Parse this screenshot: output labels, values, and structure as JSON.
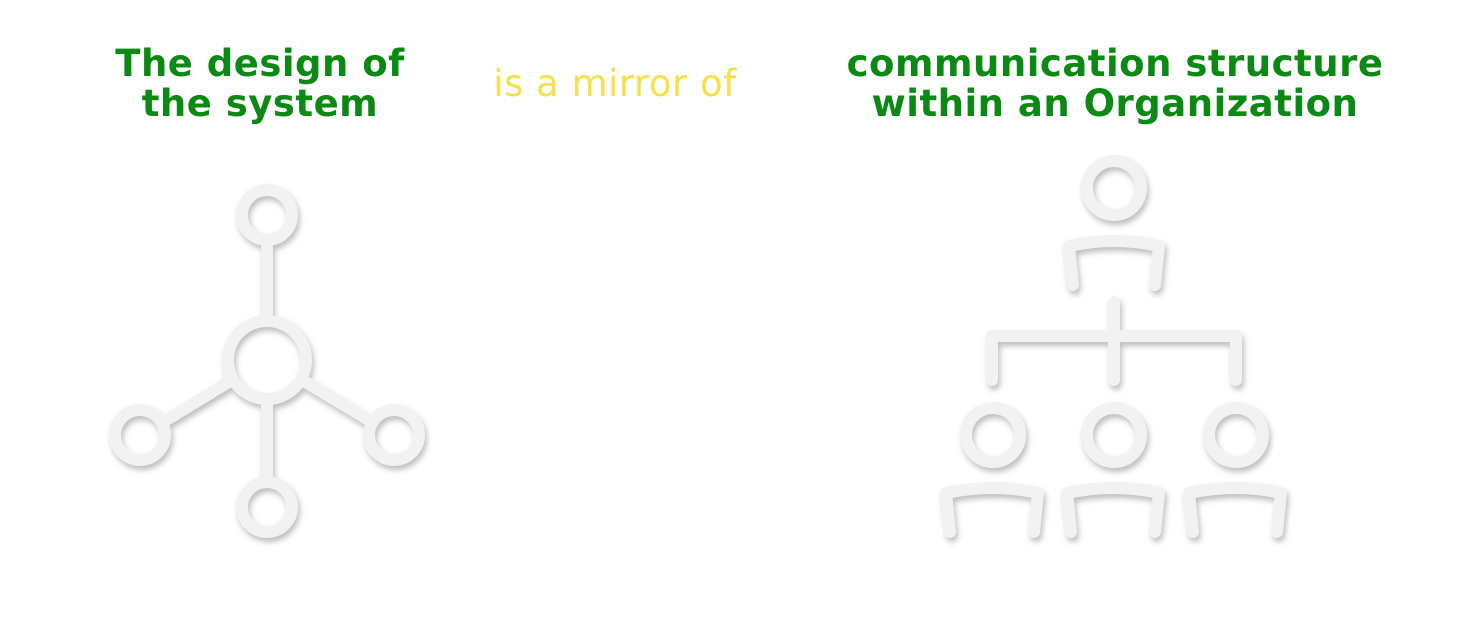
{
  "captions": {
    "left": {
      "line1": "The design of",
      "line2": "the system"
    },
    "middle": {
      "text": "is a mirror of"
    },
    "right": {
      "line1": "communication structure",
      "line2": "within an Organization"
    }
  },
  "colors": {
    "primary_text": "#0a8a12",
    "accent_text": "#f7e04a",
    "icon_stroke": "#f2f2f2",
    "icon_shadow": "#b8b8b8"
  },
  "icons": {
    "left": "network-hub-icon",
    "right": "org-chart-icon"
  }
}
